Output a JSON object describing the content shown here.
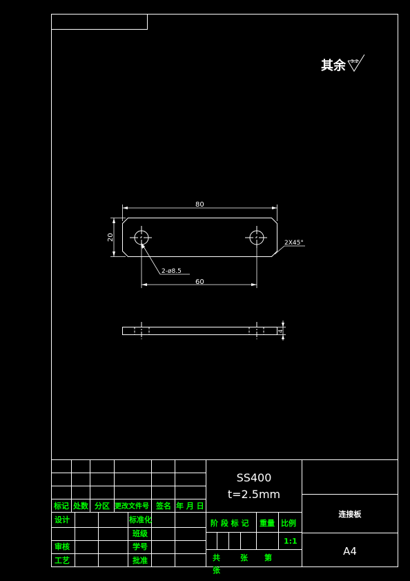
{
  "roughness_note": {
    "prefix": "其余",
    "value": "3.2"
  },
  "dims": {
    "length": "80",
    "height": "20",
    "hole_spacing": "60",
    "holes": "2-ø8.5",
    "chamfer": "2X45°",
    "thickness": "4"
  },
  "title_block": {
    "material": "SS400",
    "thickness_spec": "t=2.5mm",
    "part_name": "连接板",
    "sheet_size": "A4",
    "scale": "1:1",
    "rev_header": [
      "标记",
      "处数",
      "分区",
      "更改文件号",
      "签名",
      "年 月 日"
    ],
    "labels": {
      "design": "设计",
      "standardization": "标准化",
      "review": "审核",
      "process": "工艺",
      "approve": "批准",
      "grade": "班级",
      "student_no": "学号",
      "stage_mark": "阶 段 标 记",
      "weight": "重量",
      "ratio": "比例",
      "total": "共",
      "sheets": "张",
      "nth": "第",
      "page": "张"
    }
  }
}
